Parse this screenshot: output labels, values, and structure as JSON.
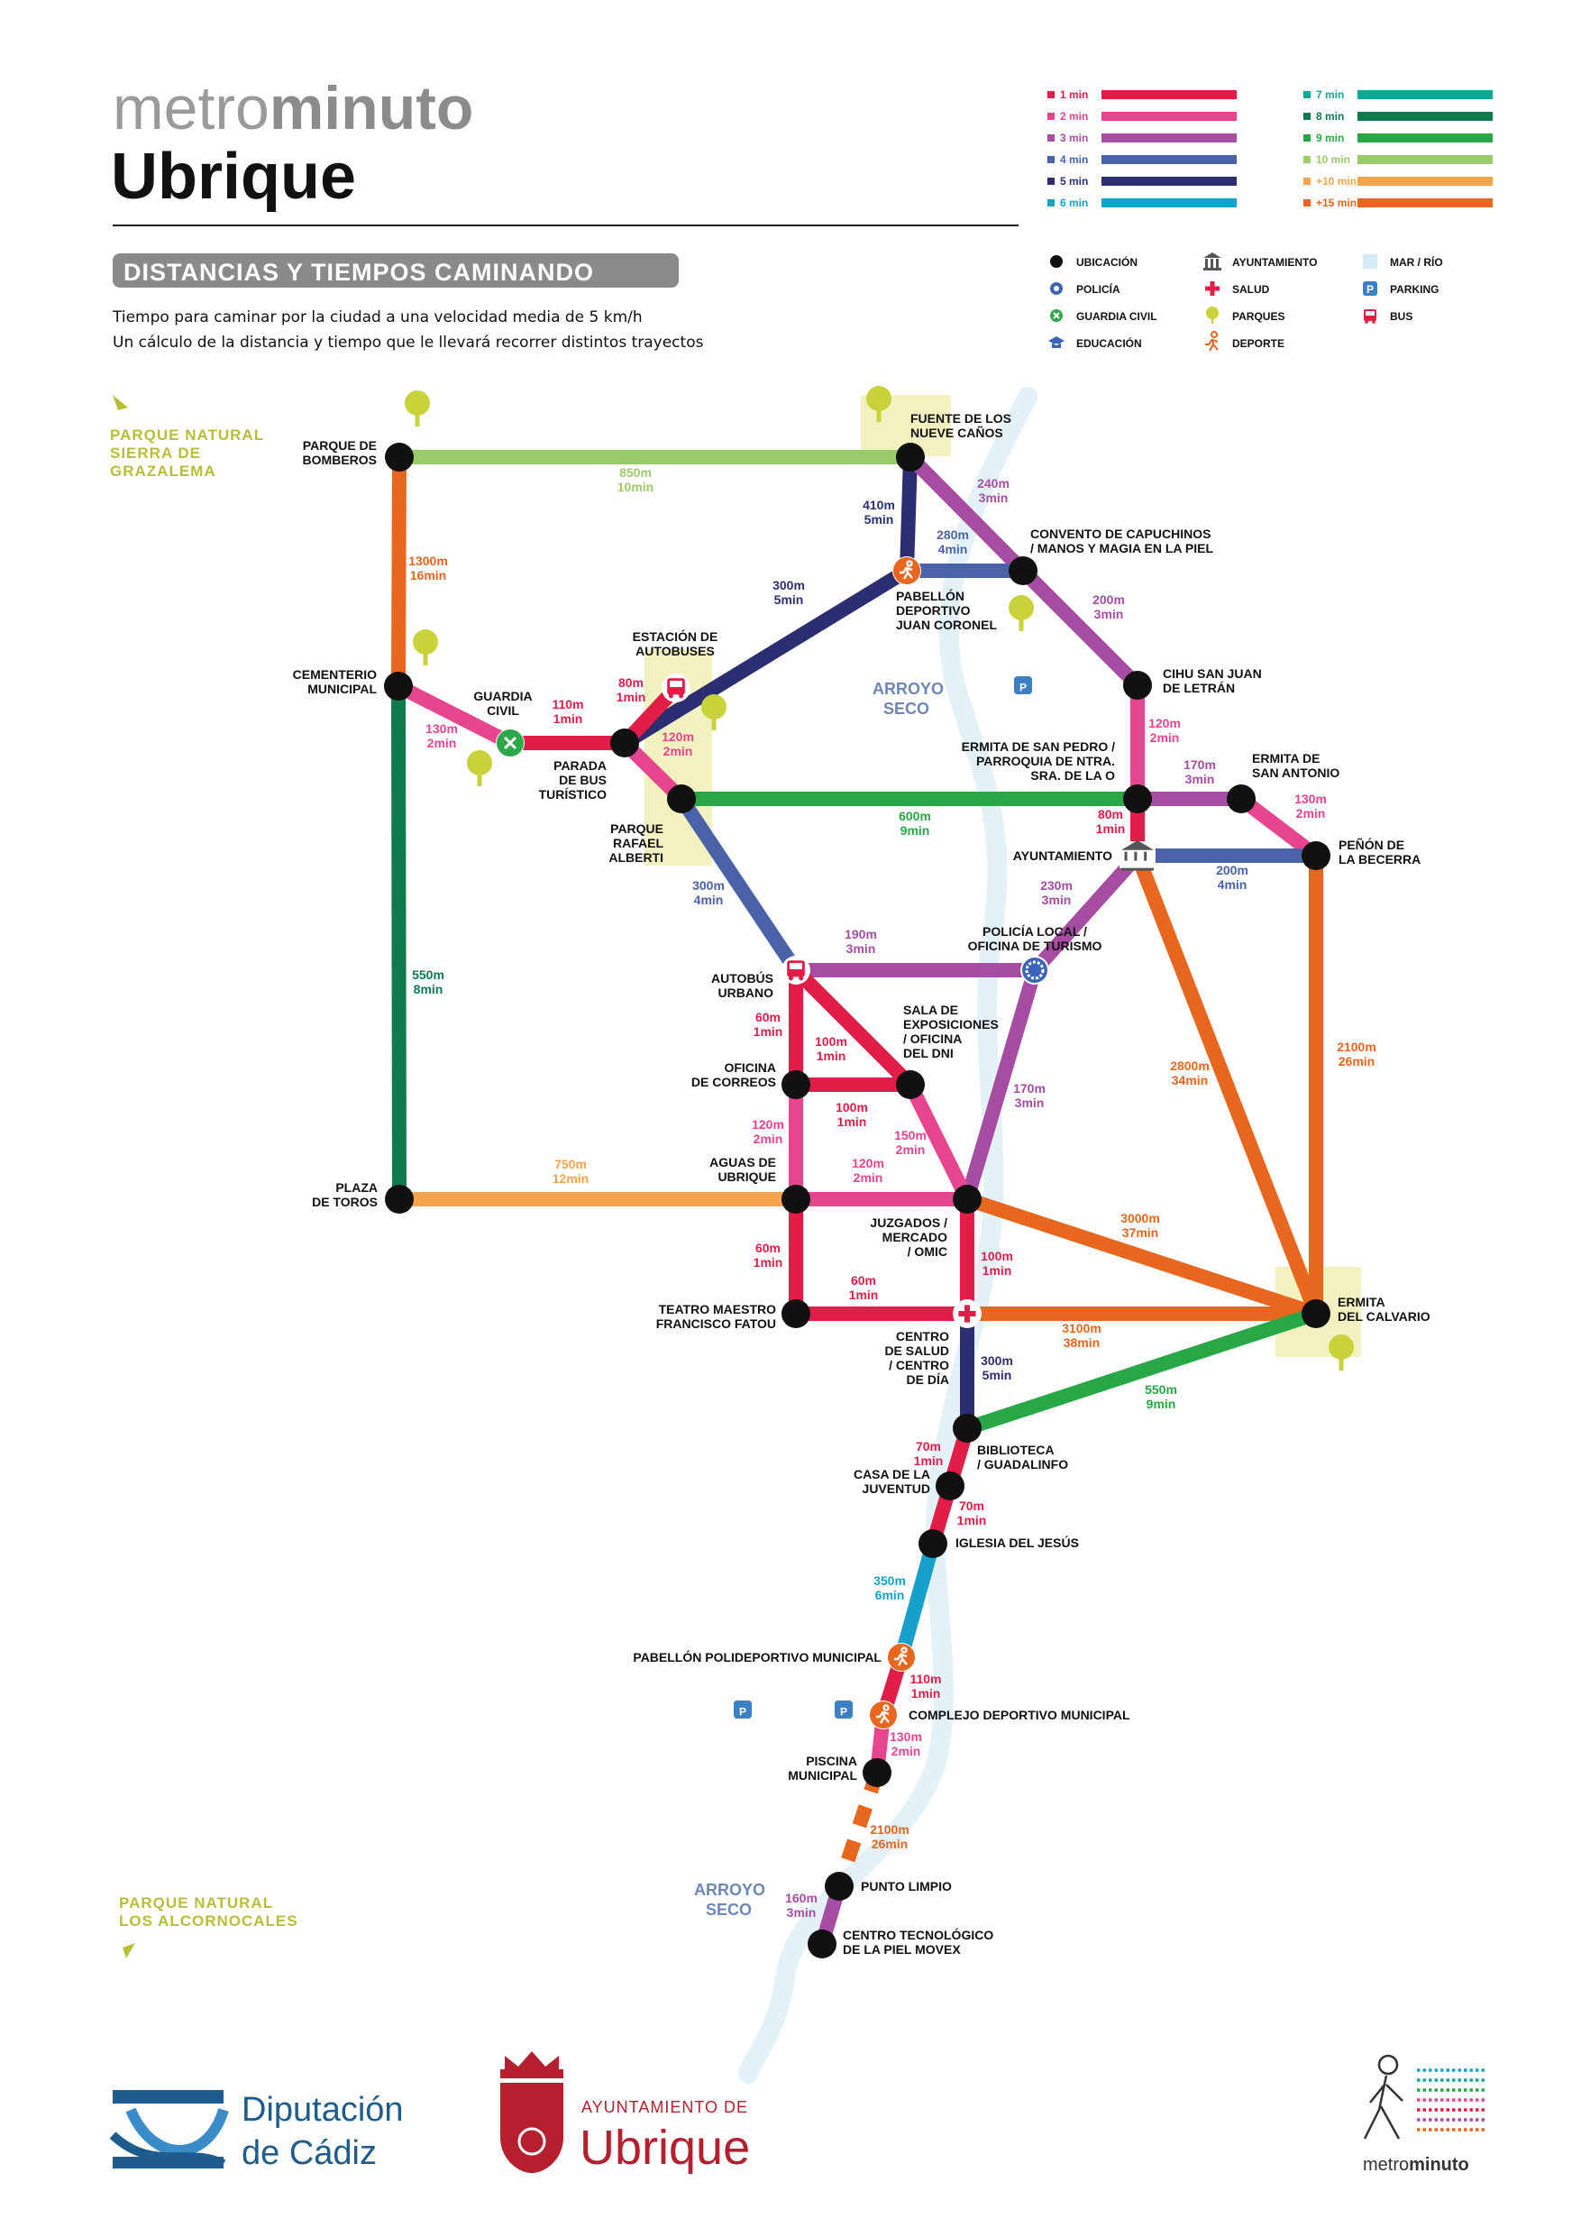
{
  "header": {
    "title_light": "metro",
    "title_bold": "minuto",
    "city": "Ubrique",
    "subtitle": "DISTANCIAS Y TIEMPOS CAMINANDO",
    "desc1": "Tiempo para caminar por la ciudad a una velocidad media de 5 km/h",
    "desc2": "Un cálculo de la distancia y tiempo que le llevará recorrer distintos trayectos"
  },
  "legend_times": [
    {
      "label": "1 min",
      "color": "#e11d48"
    },
    {
      "label": "2 min",
      "color": "#e8458f"
    },
    {
      "label": "3 min",
      "color": "#a64da3"
    },
    {
      "label": "4 min",
      "color": "#4a63a8"
    },
    {
      "label": "5 min",
      "color": "#2b2f72"
    },
    {
      "label": "6 min",
      "color": "#18a0cc"
    },
    {
      "label": "7 min",
      "color": "#12a898"
    },
    {
      "label": "8 min",
      "color": "#0e7a4e"
    },
    {
      "label": "9 min",
      "color": "#27a844"
    },
    {
      "label": "10 min",
      "color": "#9acb6a"
    },
    {
      "label": "+10 min",
      "color": "#f4a44a"
    },
    {
      "label": "+15 min",
      "color": "#e8661e"
    }
  ],
  "legend_symbols": [
    {
      "label": "UBICACIÓN",
      "icon": "dot-icon"
    },
    {
      "label": "POLICÍA",
      "icon": "police-icon"
    },
    {
      "label": "GUARDIA CIVIL",
      "icon": "guardia-icon"
    },
    {
      "label": "EDUCACIÓN",
      "icon": "education-icon"
    },
    {
      "label": "AYUNTAMIENTO",
      "icon": "townhall-icon"
    },
    {
      "label": "SALUD",
      "icon": "health-icon"
    },
    {
      "label": "PARQUES",
      "icon": "park-icon"
    },
    {
      "label": "DEPORTE",
      "icon": "sport-icon"
    },
    {
      "label": "MAR / RÍO",
      "icon": "river-icon"
    },
    {
      "label": "PARKING",
      "icon": "parking-icon"
    },
    {
      "label": "BUS",
      "icon": "bus-icon"
    }
  ],
  "annotations": {
    "park_north": [
      "PARQUE NATURAL",
      "SIERRA DE",
      "GRAZALEMA"
    ],
    "park_south": [
      "PARQUE NATURAL",
      "LOS ALCORNOCALES"
    ],
    "river": [
      "ARROYO",
      "SECO"
    ],
    "parking": "P"
  },
  "stations": [
    {
      "id": "bomberos",
      "lines": [
        "PARQUE DE",
        "BOMBEROS"
      ]
    },
    {
      "id": "fuente",
      "lines": [
        "FUENTE DE LOS",
        "NUEVE CAÑOS"
      ]
    },
    {
      "id": "convento",
      "lines": [
        "CONVENTO DE CAPUCHINOS",
        "/ MANOS Y MAGIA EN LA PIEL"
      ]
    },
    {
      "id": "pabellon_jc",
      "lines": [
        "PABELLÓN",
        "DEPORTIVO",
        "JUAN CORONEL"
      ]
    },
    {
      "id": "cihu",
      "lines": [
        "CIHU SAN JUAN",
        "DE LETRÁN"
      ]
    },
    {
      "id": "estacion",
      "lines": [
        "ESTACIÓN DE",
        "AUTOBUSES"
      ]
    },
    {
      "id": "cementerio",
      "lines": [
        "CEMENTERIO",
        "MUNICIPAL"
      ]
    },
    {
      "id": "guardia",
      "lines": [
        "GUARDIA",
        "CIVIL"
      ]
    },
    {
      "id": "parada",
      "lines": [
        "PARADA",
        "DE BUS",
        "TURÍSTICO"
      ]
    },
    {
      "id": "rafael",
      "lines": [
        "PARQUE",
        "RAFAEL",
        "ALBERTI"
      ]
    },
    {
      "id": "sanpedro",
      "lines": [
        "ERMITA DE SAN PEDRO /",
        "PARROQUIA DE NTRA.",
        "SRA. DE LA O"
      ]
    },
    {
      "id": "sanantonio",
      "lines": [
        "ERMITA DE",
        "SAN ANTONIO"
      ]
    },
    {
      "id": "ayuntamiento",
      "lines": [
        "AYUNTAMIENTO"
      ]
    },
    {
      "id": "becerra",
      "lines": [
        "PEÑÓN DE",
        "LA BECERRA"
      ]
    },
    {
      "id": "autobus",
      "lines": [
        "AUTOBÚS",
        "URBANO"
      ]
    },
    {
      "id": "policia",
      "lines": [
        "POLICÍA LOCAL /",
        "OFICINA DE TURISMO"
      ]
    },
    {
      "id": "sala",
      "lines": [
        "SALA DE",
        "EXPOSICIONES",
        "/ OFICINA",
        "DEL DNI"
      ]
    },
    {
      "id": "correos",
      "lines": [
        "OFICINA",
        "DE CORREOS"
      ]
    },
    {
      "id": "aguas",
      "lines": [
        "AGUAS DE",
        "UBRIQUE"
      ]
    },
    {
      "id": "toros",
      "lines": [
        "PLAZA",
        "DE TOROS"
      ]
    },
    {
      "id": "juzgados",
      "lines": [
        "JUZGADOS /",
        "MERCADO",
        "/ OMIC"
      ]
    },
    {
      "id": "teatro",
      "lines": [
        "TEATRO MAESTRO",
        "FRANCISCO FATOU"
      ]
    },
    {
      "id": "salud",
      "lines": [
        "CENTRO",
        "DE SALUD",
        "/ CENTRO",
        "DE DÍA"
      ]
    },
    {
      "id": "calvario",
      "lines": [
        "ERMITA",
        "DEL CALVARIO"
      ]
    },
    {
      "id": "biblioteca",
      "lines": [
        "BIBLIOTECA",
        "/ GUADALINFO"
      ]
    },
    {
      "id": "juventud",
      "lines": [
        "CASA DE LA",
        "JUVENTUD"
      ]
    },
    {
      "id": "iglesia",
      "lines": [
        "IGLESIA DEL JESÚS"
      ]
    },
    {
      "id": "polideportivo",
      "lines": [
        "PABELLÓN POLIDEPORTIVO MUNICIPAL"
      ]
    },
    {
      "id": "complejo",
      "lines": [
        "COMPLEJO DEPORTIVO MUNICIPAL"
      ]
    },
    {
      "id": "piscina",
      "lines": [
        "PISCINA",
        "MUNICIPAL"
      ]
    },
    {
      "id": "limpio",
      "lines": [
        "PUNTO LIMPIO"
      ]
    },
    {
      "id": "tecnologico",
      "lines": [
        "CENTRO TECNOLÓGICO",
        "DE LA PIEL MOVEX"
      ]
    }
  ],
  "segments": [
    {
      "from": "bomberos",
      "to": "fuente",
      "dist": "850m",
      "time": "10min",
      "color": "#9acb6a"
    },
    {
      "from": "bomberos",
      "to": "cementerio",
      "dist": "1300m",
      "time": "16min",
      "color": "#e8661e"
    },
    {
      "from": "fuente",
      "to": "pabellon_jc",
      "dist": "410m",
      "time": "5min",
      "color": "#2b2f72"
    },
    {
      "from": "fuente",
      "to": "convento",
      "dist": "240m",
      "time": "3min",
      "color": "#a64da3"
    },
    {
      "from": "pabellon_jc",
      "to": "convento",
      "dist": "280m",
      "time": "4min",
      "color": "#4a63a8"
    },
    {
      "from": "convento",
      "to": "cihu",
      "dist": "200m",
      "time": "3min",
      "color": "#a64da3"
    },
    {
      "from": "parada",
      "to": "pabellon_jc",
      "dist": "300m",
      "time": "5min",
      "color": "#2b2f72"
    },
    {
      "from": "parada",
      "to": "estacion",
      "dist": "80m",
      "time": "1min",
      "color": "#e11d48"
    },
    {
      "from": "cementerio",
      "to": "guardia",
      "dist": "130m",
      "time": "2min",
      "color": "#e8458f"
    },
    {
      "from": "guardia",
      "to": "parada",
      "dist": "110m",
      "time": "1min",
      "color": "#e11d48"
    },
    {
      "from": "parada",
      "to": "rafael",
      "dist": "120m",
      "time": "2min",
      "color": "#e8458f"
    },
    {
      "from": "rafael",
      "to": "sanpedro",
      "dist": "600m",
      "time": "9min",
      "color": "#27a844"
    },
    {
      "from": "cihu",
      "to": "sanpedro",
      "dist": "120m",
      "time": "2min",
      "color": "#e8458f"
    },
    {
      "from": "sanpedro",
      "to": "sanantonio",
      "dist": "170m",
      "time": "3min",
      "color": "#a64da3"
    },
    {
      "from": "sanantonio",
      "to": "becerra",
      "dist": "130m",
      "time": "2min",
      "color": "#e8458f"
    },
    {
      "from": "sanpedro",
      "to": "ayuntamiento",
      "dist": "80m",
      "time": "1min",
      "color": "#e11d48"
    },
    {
      "from": "ayuntamiento",
      "to": "becerra",
      "dist": "200m",
      "time": "4min",
      "color": "#4a63a8"
    },
    {
      "from": "cementerio",
      "to": "toros",
      "dist": "550m",
      "time": "8min",
      "color": "#0e7a4e"
    },
    {
      "from": "rafael",
      "to": "autobus",
      "dist": "300m",
      "time": "4min",
      "color": "#4a63a8"
    },
    {
      "from": "ayuntamiento",
      "to": "policia",
      "dist": "230m",
      "time": "3min",
      "color": "#a64da3"
    },
    {
      "from": "autobus",
      "to": "policia",
      "dist": "190m",
      "time": "3min",
      "color": "#a64da3"
    },
    {
      "from": "ayuntamiento",
      "to": "calvario",
      "dist": "2800m",
      "time": "34min",
      "color": "#e8661e"
    },
    {
      "from": "becerra",
      "to": "calvario",
      "dist": "2100m",
      "time": "26min",
      "color": "#e8661e"
    },
    {
      "from": "autobus",
      "to": "correos",
      "dist": "60m",
      "time": "1min",
      "color": "#e11d48"
    },
    {
      "from": "autobus",
      "to": "sala",
      "dist": "100m",
      "time": "1min",
      "color": "#e11d48"
    },
    {
      "from": "correos",
      "to": "sala",
      "dist": "100m",
      "time": "1min",
      "color": "#e11d48"
    },
    {
      "from": "policia",
      "to": "juzgados",
      "dist": "170m",
      "time": "3min",
      "color": "#a64da3"
    },
    {
      "from": "correos",
      "to": "aguas",
      "dist": "120m",
      "time": "2min",
      "color": "#e8458f"
    },
    {
      "from": "sala",
      "to": "juzgados",
      "dist": "150m",
      "time": "2min",
      "color": "#e8458f"
    },
    {
      "from": "toros",
      "to": "aguas",
      "dist": "750m",
      "time": "12min",
      "color": "#f4a44a"
    },
    {
      "from": "aguas",
      "to": "juzgados",
      "dist": "120m",
      "time": "2min",
      "color": "#e8458f"
    },
    {
      "from": "juzgados",
      "to": "calvario",
      "dist": "3000m",
      "time": "37min",
      "color": "#e8661e"
    },
    {
      "from": "aguas",
      "to": "teatro",
      "dist": "60m",
      "time": "1min",
      "color": "#e11d48"
    },
    {
      "from": "juzgados",
      "to": "salud",
      "dist": "100m",
      "time": "1min",
      "color": "#e11d48"
    },
    {
      "from": "teatro",
      "to": "salud",
      "dist": "60m",
      "time": "1min",
      "color": "#e11d48"
    },
    {
      "from": "salud",
      "to": "calvario",
      "dist": "3100m",
      "time": "38min",
      "color": "#e8661e"
    },
    {
      "from": "salud",
      "to": "biblioteca",
      "dist": "300m",
      "time": "5min",
      "color": "#2b2f72"
    },
    {
      "from": "biblioteca",
      "to": "calvario",
      "dist": "550m",
      "time": "9min",
      "color": "#27a844"
    },
    {
      "from": "biblioteca",
      "to": "juventud",
      "dist": "70m",
      "time": "1min",
      "color": "#e11d48"
    },
    {
      "from": "juventud",
      "to": "iglesia",
      "dist": "70m",
      "time": "1min",
      "color": "#e11d48"
    },
    {
      "from": "iglesia",
      "to": "polideportivo",
      "dist": "350m",
      "time": "6min",
      "color": "#18a0cc"
    },
    {
      "from": "polideportivo",
      "to": "complejo",
      "dist": "110m",
      "time": "1min",
      "color": "#e11d48"
    },
    {
      "from": "complejo",
      "to": "piscina",
      "dist": "130m",
      "time": "2min",
      "color": "#e8458f"
    },
    {
      "from": "piscina",
      "to": "limpio",
      "dist": "2100m",
      "time": "26min",
      "color": "#e8661e"
    },
    {
      "from": "limpio",
      "to": "tecnologico",
      "dist": "160m",
      "time": "3min",
      "color": "#a64da3"
    }
  ],
  "footer": {
    "diputacion1": "Diputación",
    "diputacion2": "de Cádiz",
    "ayto_small": "AYUNTAMIENTO DE",
    "ayto_big": "Ubrique",
    "mm_light": "metro",
    "mm_bold": "minuto"
  }
}
